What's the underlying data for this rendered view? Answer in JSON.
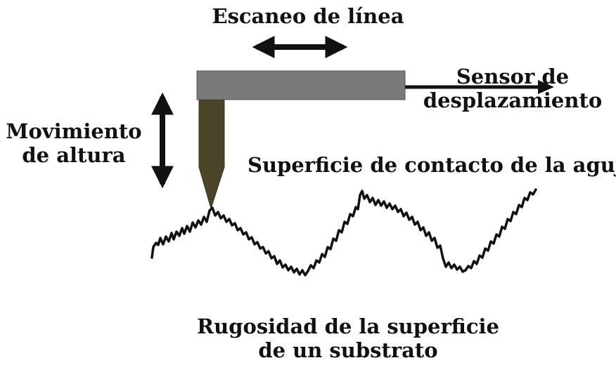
{
  "labels": {
    "scan_line": "Escaneo de línea",
    "sensor_line1": "Sensor de",
    "sensor_line2": "desplazamiento",
    "height_line1": "Movimiento",
    "height_line2": "de altura",
    "contact_surface": "Superficie de contacto de la aguja",
    "roughness_line1": "Rugosidad de la superficie",
    "roughness_line2": "de un substrato"
  },
  "colors": {
    "cantilever": "#7a7a7a",
    "stylus": "#4b4528",
    "arrows": "#111111",
    "profile": "#111111",
    "text": "#111111"
  }
}
